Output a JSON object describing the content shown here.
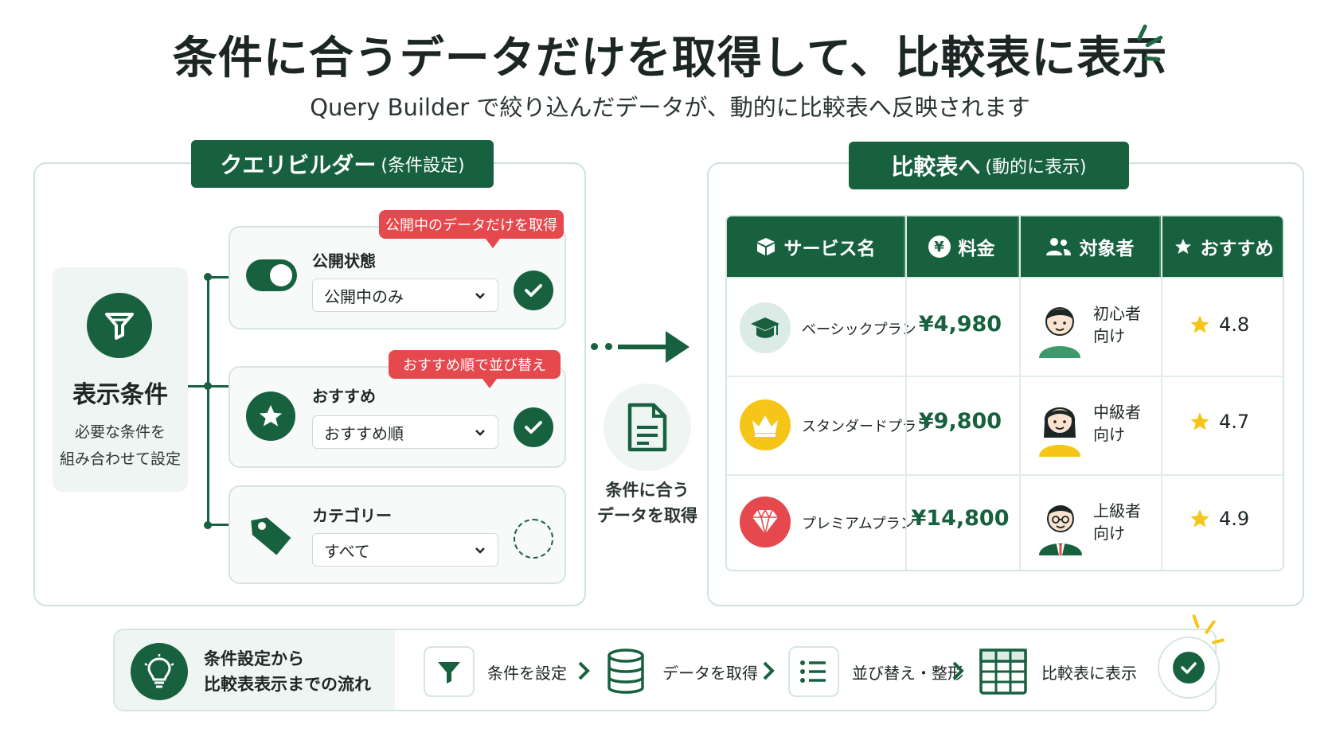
{
  "header": {
    "title": "条件に合うデータだけを取得して、比較表に表示",
    "subtitle": "Query Builder で絞り込んだデータが、動的に比較表へ反映されます"
  },
  "left_panel": {
    "tab_main": "クエリビルダー",
    "tab_sub": "(条件設定)",
    "conditions_title": "表示条件",
    "conditions_desc_line1": "必要な条件を",
    "conditions_desc_line2": "組み合わせて設定",
    "filters": [
      {
        "label": "公開状態",
        "value": "公開中のみ",
        "bubble": "公開中のデータだけを取得",
        "checked": true,
        "icon": "toggle-icon"
      },
      {
        "label": "おすすめ",
        "value": "おすすめ順",
        "bubble": "おすすめ順で並び替え",
        "checked": true,
        "icon": "star-icon"
      },
      {
        "label": "カテゴリー",
        "value": "すべて",
        "bubble": "",
        "checked": false,
        "icon": "tag-icon"
      }
    ]
  },
  "middle": {
    "label_line1": "条件に合う",
    "label_line2": "データを取得"
  },
  "right_panel": {
    "tab_main": "比較表へ",
    "tab_sub": "(動的に表示)",
    "columns": [
      "サービス名",
      "料金",
      "対象者",
      "おすすめ"
    ],
    "rows": [
      {
        "plan": "ベーシックプラン",
        "price": "¥4,980",
        "target_line1": "初心者",
        "target_line2": "向け",
        "rating": "4.8",
        "icon": "graduation-cap-icon",
        "icon_color": "#dcebe5"
      },
      {
        "plan": "スタンダードプラン",
        "price": "¥9,800",
        "target_line1": "中級者",
        "target_line2": "向け",
        "rating": "4.7",
        "icon": "crown-icon",
        "icon_color": "#f5c518"
      },
      {
        "plan": "プレミアムプラン",
        "price": "¥14,800",
        "target_line1": "上級者",
        "target_line2": "向け",
        "rating": "4.9",
        "icon": "diamond-icon",
        "icon_color": "#e5484d"
      }
    ]
  },
  "flow": {
    "title_line1": "条件設定から",
    "title_line2": "比較表表示までの流れ",
    "steps": [
      "条件を設定",
      "データを取得",
      "並び替え・整形",
      "比較表に表示"
    ]
  },
  "colors": {
    "brand": "#17613f",
    "accent": "#e5484d",
    "star": "#f5c518"
  }
}
